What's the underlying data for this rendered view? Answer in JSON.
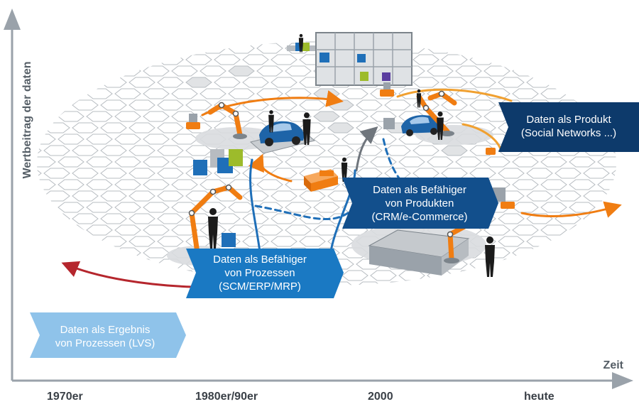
{
  "axes": {
    "y_label": "Wertbeitrag der daten",
    "x_label": "Zeit"
  },
  "eras": [
    "1970er",
    "1980er/90er",
    "2000",
    "heute"
  ],
  "stages": [
    {
      "lines": [
        "Daten als Ergebnis",
        "von Prozessen (LVS)"
      ],
      "color": "#8fc3ea"
    },
    {
      "lines": [
        "Daten als Befähiger",
        "von Prozessen",
        "(SCM/ERP/MRP)"
      ],
      "color": "#1a79c3"
    },
    {
      "lines": [
        "Daten als Befähiger",
        "von Produkten",
        "(CRM/e-Commerce)"
      ],
      "color": "#124f8c"
    },
    {
      "lines": [
        "Daten als Produkt",
        "(Social Networks ...)"
      ],
      "color": "#0d3a6b"
    }
  ],
  "colors": {
    "axis": "#9aa2aa",
    "hex_stroke": "#b7bcc1",
    "hex_fill": "#ffffff",
    "hex_shaded": "#e1e3e5",
    "robot_orange": "#f07d12",
    "process_blue": "#1f6fb8",
    "history_red": "#b5262d",
    "product_gray": "#6f757c",
    "car_blue": "#1e64a8"
  },
  "icons": [
    "robot-arm-icon",
    "car-icon",
    "person-icon",
    "shelf-icon",
    "box-icon",
    "conveyor-icon",
    "agv-icon"
  ]
}
